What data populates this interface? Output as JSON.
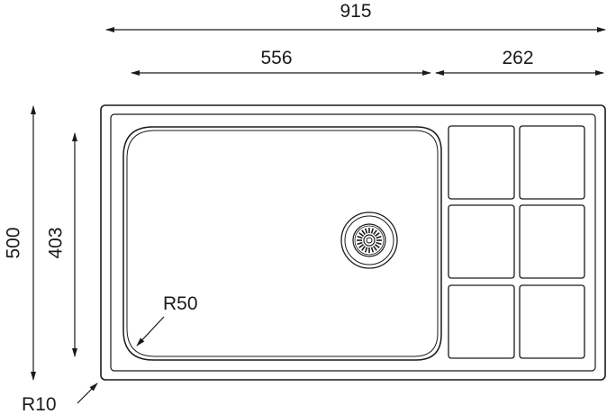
{
  "dimensions": {
    "overall_width": "915",
    "bowl_width": "556",
    "drainer_width": "262",
    "overall_depth": "500",
    "bowl_depth": "403",
    "bowl_radius": "R50",
    "corner_radius": "R10"
  },
  "colors": {
    "line": "#1a1a1a",
    "background": "#ffffff"
  },
  "icons": [
    "drain-strainer-icon"
  ]
}
